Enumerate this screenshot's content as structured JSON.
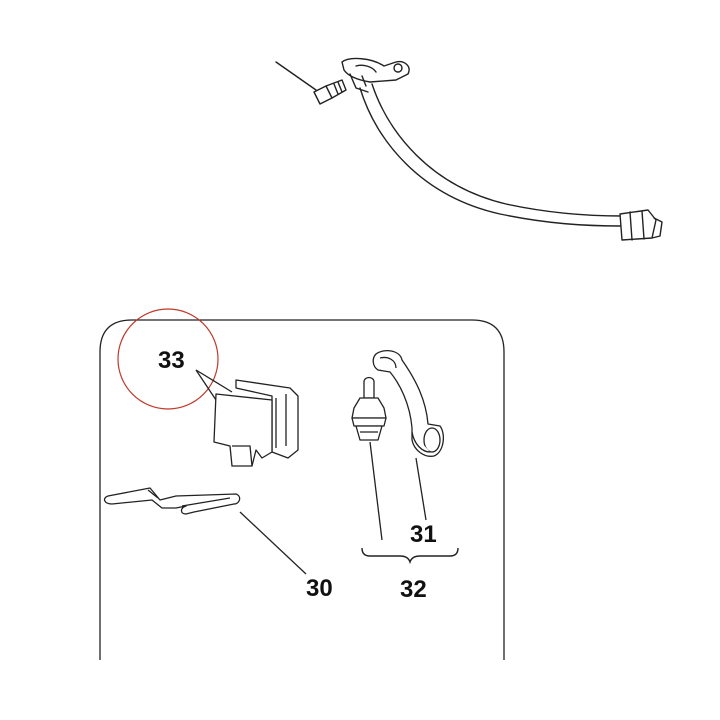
{
  "labels": {
    "part_33": "33",
    "part_31": "31",
    "part_32": "32",
    "part_30": "30"
  },
  "colors": {
    "line": "#222222",
    "highlight_circle": "#c0392b",
    "background": "#ffffff"
  },
  "icons": {
    "highlight": "highlight-circle",
    "bracket": "curly-brace-bracket"
  }
}
